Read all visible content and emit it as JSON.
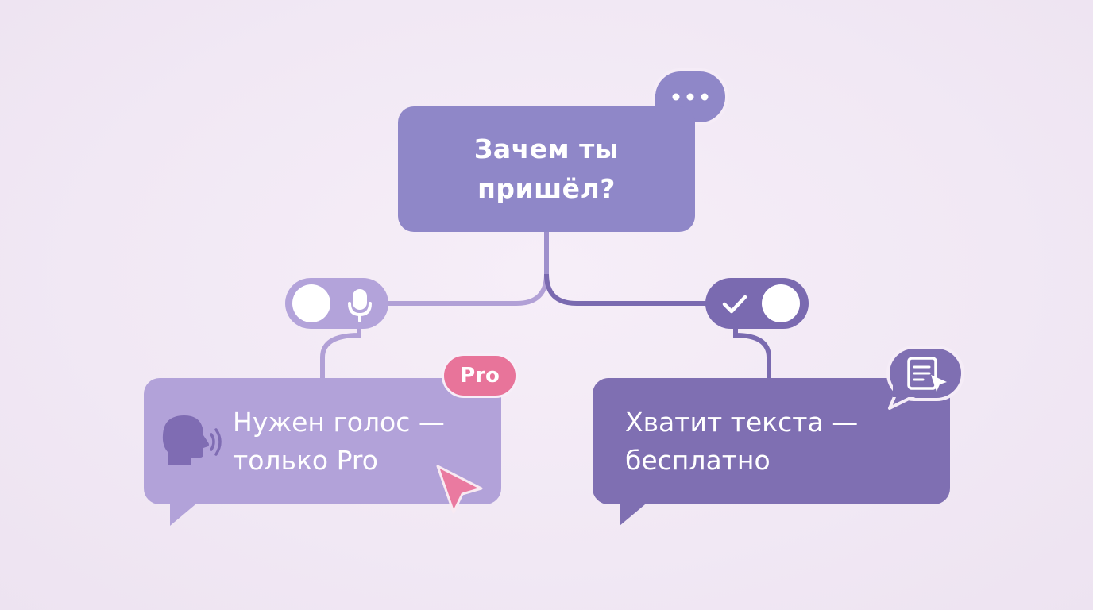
{
  "question": {
    "text": "Зачем ты пришёл?"
  },
  "options": [
    {
      "text": "Нужен голос — только Pro",
      "badge": "Pro",
      "toggle_state": "off"
    },
    {
      "text": "Хватит текста — бесплатно",
      "toggle_state": "on"
    }
  ],
  "colors": {
    "background": "#f3eaf5",
    "question_box": "#8f87c8",
    "voice_option": "#b2a2d9",
    "text_option": "#7f6fb2",
    "connector_voice": "#b1a0d6",
    "connector_text": "#7a6ab0",
    "pro_badge": "#e8749a",
    "cursor": "#ea7aa0"
  },
  "icons": {
    "question": "speech-bubble-ellipsis-icon",
    "voice_toggle": "microphone-icon",
    "text_toggle": "checkmark-icon",
    "voice_option": "speaking-head-icon",
    "text_option": "document-cursor-icon",
    "pointer": "mouse-cursor-icon"
  }
}
